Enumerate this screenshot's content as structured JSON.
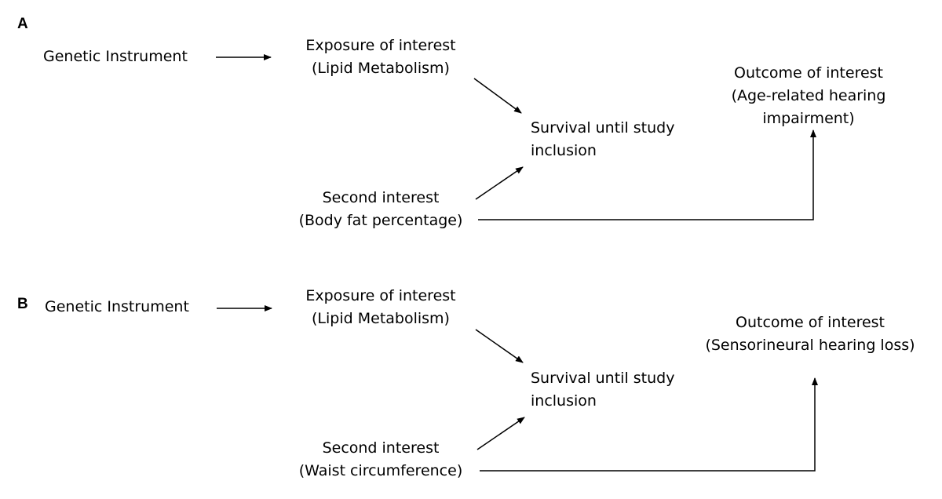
{
  "panels": [
    {
      "letter": "A",
      "instrument": "Genetic Instrument",
      "exposure": {
        "title": "Exposure of interest",
        "detail": "(Lipid Metabolism)"
      },
      "survival": {
        "line1": "Survival until study",
        "line2": "inclusion"
      },
      "second": {
        "title": "Second interest",
        "detail": "(Body fat percentage)"
      },
      "outcome": {
        "title": "Outcome of interest",
        "line2": "(Age-related hearing",
        "line3": "impairment)"
      }
    },
    {
      "letter": "B",
      "instrument": "Genetic Instrument",
      "exposure": {
        "title": "Exposure of interest",
        "detail": "(Lipid Metabolism)"
      },
      "survival": {
        "line1": "Survival until study",
        "line2": "inclusion"
      },
      "second": {
        "title": "Second interest",
        "detail": "(Waist circumference)"
      },
      "outcome": {
        "title": "Outcome of interest",
        "line2": "(Sensorineural hearing loss)"
      }
    }
  ]
}
